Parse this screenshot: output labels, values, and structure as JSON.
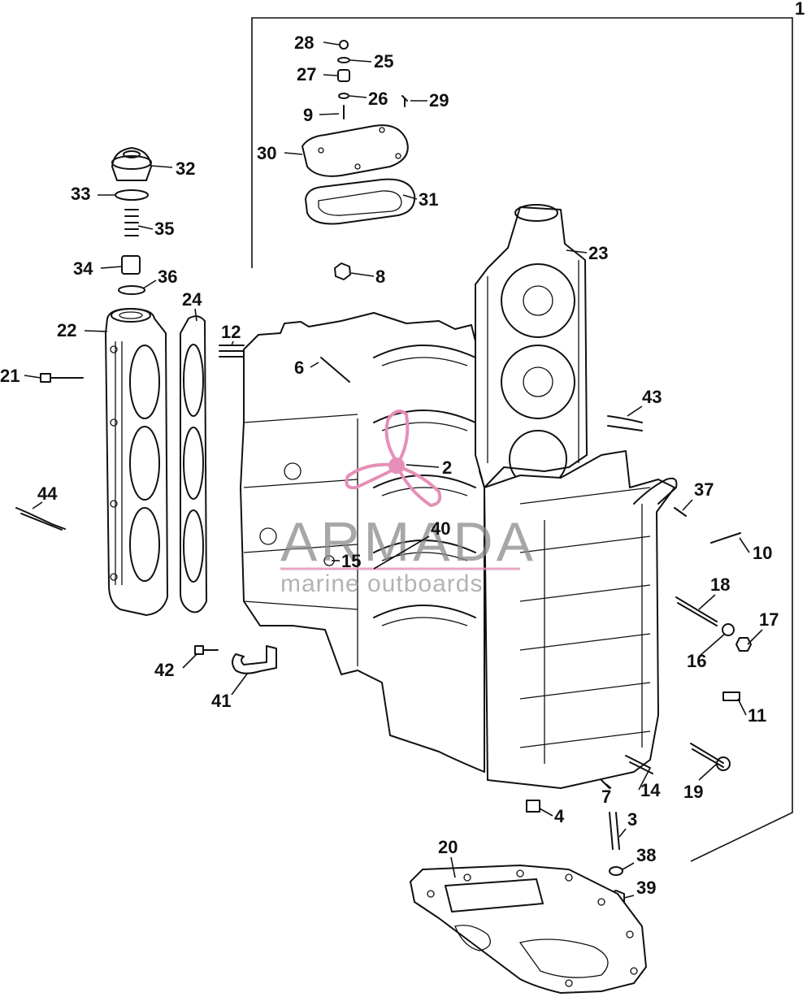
{
  "diagram": {
    "assembly_number": "1",
    "parts": [
      {
        "label": "28"
      },
      {
        "label": "25"
      },
      {
        "label": "27"
      },
      {
        "label": "26"
      },
      {
        "label": "29"
      },
      {
        "label": "9"
      },
      {
        "label": "30"
      },
      {
        "label": "31"
      },
      {
        "label": "32"
      },
      {
        "label": "33"
      },
      {
        "label": "35"
      },
      {
        "label": "34"
      },
      {
        "label": "36"
      },
      {
        "label": "8"
      },
      {
        "label": "23"
      },
      {
        "label": "24"
      },
      {
        "label": "22"
      },
      {
        "label": "12"
      },
      {
        "label": "6"
      },
      {
        "label": "21"
      },
      {
        "label": "43"
      },
      {
        "label": "2"
      },
      {
        "label": "37"
      },
      {
        "label": "44"
      },
      {
        "label": "40"
      },
      {
        "label": "10"
      },
      {
        "label": "15"
      },
      {
        "label": "18"
      },
      {
        "label": "17"
      },
      {
        "label": "16"
      },
      {
        "label": "42"
      },
      {
        "label": "41"
      },
      {
        "label": "11"
      },
      {
        "label": "14"
      },
      {
        "label": "19"
      },
      {
        "label": "7"
      },
      {
        "label": "4"
      },
      {
        "label": "3"
      },
      {
        "label": "20"
      },
      {
        "label": "38"
      },
      {
        "label": "39"
      }
    ]
  },
  "watermark": {
    "brand": "ARMADA",
    "tagline": "marine outboards",
    "colors": {
      "logo_pink": "#e58fb8",
      "text_gray": "#8a8a8a"
    }
  },
  "colors": {
    "line": "#111111",
    "background": "#ffffff"
  }
}
